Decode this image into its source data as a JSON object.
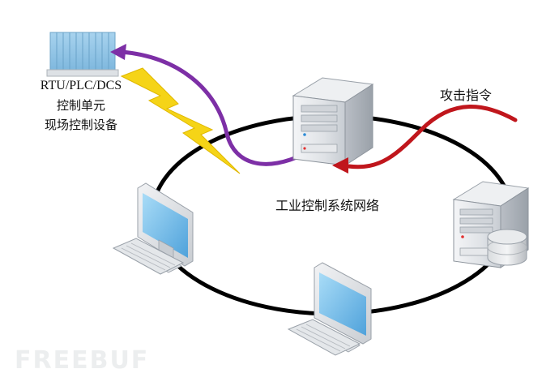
{
  "device": {
    "line1": "RTU/PLC/DCS",
    "line2": "控制单元",
    "line3": "现场控制设备"
  },
  "attack_label": "攻击指令",
  "network_label": "工业控制系统网络",
  "watermark": "FREEBUF",
  "colors": {
    "ring": "#000000",
    "attack_arrow": "#c0161c",
    "control_arrow": "#7d2fa6",
    "lightning": "#f3d31c",
    "screen": "#7ec3ee",
    "device_panel": "#8fc4e6"
  },
  "icons": [
    "server-icon",
    "database-server-icon",
    "monitor-icon",
    "keyboard-icon",
    "field-device-icon",
    "lightning-icon"
  ]
}
